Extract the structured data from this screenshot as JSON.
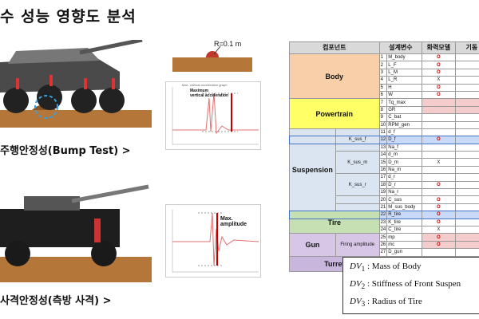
{
  "title": "수 성능 영향도 분석",
  "captions": {
    "bump": "주행안정성(Bump Test) >",
    "fire": "사격안정성(측방 사격) >"
  },
  "bump_diagram": {
    "radius_label": "R=0.1 m"
  },
  "plot1": {
    "title": "Max. vertical acceleration graph",
    "annotation": "Maximum\nvertical acceleration"
  },
  "plot2": {
    "annotation": "Max. amplitude"
  },
  "table": {
    "headers": [
      "컴포넌트",
      "설계변수",
      "화력모델",
      "기동"
    ],
    "groups": [
      {
        "name": "Body",
        "color": "#f8cfa8"
      },
      {
        "name": "Powertrain",
        "color": "#ffff66"
      },
      {
        "name": "Suspension",
        "color": "#dbe5f1"
      },
      {
        "name": "Tire",
        "color": "#c6e0b4"
      },
      {
        "name": "Gun",
        "color": "#d7c6e6"
      },
      {
        "name": "Turret",
        "color": "#c9b6dd"
      }
    ],
    "subgroups": [
      "K_sus_f",
      "K_sus_m",
      "K_sus_r",
      "Firing amplitude"
    ],
    "rows": [
      {
        "n": "1",
        "v": "M_body",
        "m": "O"
      },
      {
        "n": "2",
        "v": "L_F",
        "m": "O"
      },
      {
        "n": "3",
        "v": "L_M",
        "m": "O"
      },
      {
        "n": "4",
        "v": "L_R",
        "m": "X"
      },
      {
        "n": "5",
        "v": "H",
        "m": "O"
      },
      {
        "n": "6",
        "v": "W",
        "m": "O"
      },
      {
        "n": "7",
        "v": "Tq_max",
        "m": ""
      },
      {
        "n": "8",
        "v": "GR",
        "m": ""
      },
      {
        "n": "9",
        "v": "C_bat",
        "m": ""
      },
      {
        "n": "10",
        "v": "RPM_gen",
        "m": ""
      },
      {
        "n": "11",
        "v": "d_f",
        "m": ""
      },
      {
        "n": "12",
        "v": "D_f",
        "m": "O"
      },
      {
        "n": "13",
        "v": "Na_f",
        "m": ""
      },
      {
        "n": "14",
        "v": "d_m",
        "m": ""
      },
      {
        "n": "15",
        "v": "D_m",
        "m": "X"
      },
      {
        "n": "16",
        "v": "Na_m",
        "m": ""
      },
      {
        "n": "17",
        "v": "d_r",
        "m": ""
      },
      {
        "n": "18",
        "v": "D_r",
        "m": "O"
      },
      {
        "n": "19",
        "v": "Na_r",
        "m": ""
      },
      {
        "n": "20",
        "v": "C_sus",
        "m": "O"
      },
      {
        "n": "21",
        "v": "M_sus_body",
        "m": "O"
      },
      {
        "n": "22",
        "v": "R_tire",
        "m": "O"
      },
      {
        "n": "23",
        "v": "K_tire",
        "m": "O"
      },
      {
        "n": "24",
        "v": "C_tire",
        "m": "X"
      },
      {
        "n": "25",
        "v": "mp",
        "m": "O"
      },
      {
        "n": "26",
        "v": "mc",
        "m": "O"
      },
      {
        "n": "27",
        "v": "D_gun",
        "m": ""
      }
    ]
  },
  "design_variables": [
    {
      "sym": "DV",
      "sub": "1",
      "desc": ": Mass of Body"
    },
    {
      "sym": "DV",
      "sub": "2",
      "desc": ": Stiffness of Front Suspen"
    },
    {
      "sym": "DV",
      "sub": "3",
      "desc": ": Radius of Tire"
    }
  ],
  "colors": {
    "ground": "#b5763a",
    "highlight": "#4472c4",
    "mark": "#c00000"
  }
}
